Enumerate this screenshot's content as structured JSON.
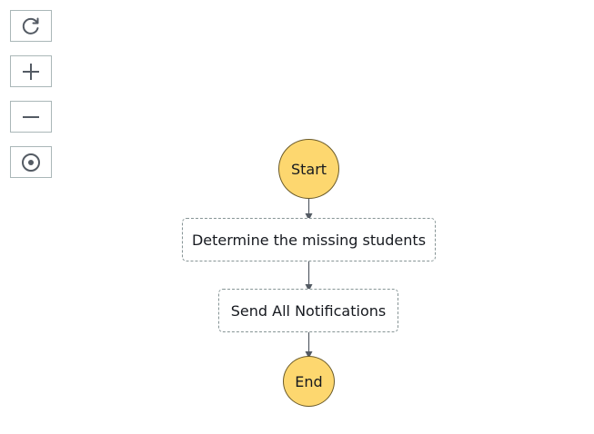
{
  "toolbar": {
    "buttons": [
      {
        "name": "refresh",
        "icon": "refresh-icon"
      },
      {
        "name": "zoom-in",
        "icon": "plus-icon"
      },
      {
        "name": "zoom-out",
        "icon": "minus-icon"
      },
      {
        "name": "center",
        "icon": "target-icon"
      }
    ]
  },
  "graph": {
    "start_label": "Start",
    "end_label": "End",
    "states": [
      {
        "label": "Determine the missing students"
      },
      {
        "label": "Send All Notifications"
      }
    ]
  },
  "colors": {
    "terminal_fill": "#fdd76f",
    "edge": "#545b64",
    "state_border": "#879596"
  }
}
